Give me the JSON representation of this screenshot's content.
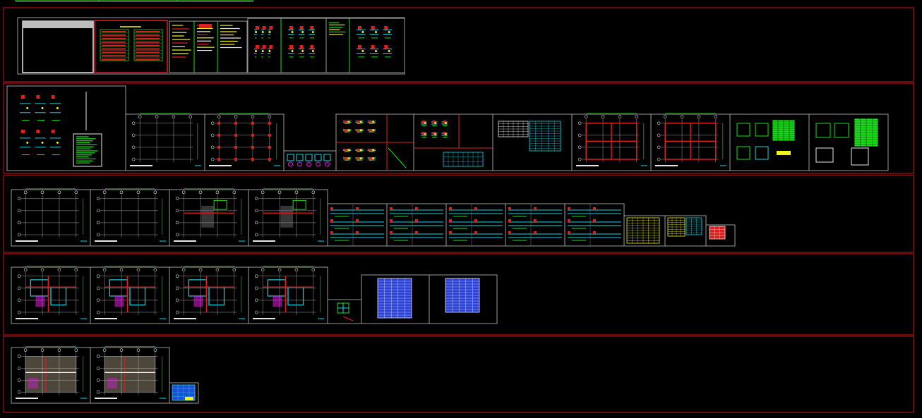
{
  "viewport": {
    "background": "#000000",
    "band_color": "#d01515",
    "sheet_border_color": "#9a9a9a",
    "palette": {
      "green": "#19e019",
      "yellow": "#f2f21a",
      "red": "#e01e1e",
      "cyan": "#19d6e6",
      "magenta": "#e619e6",
      "white": "#e8e8e8",
      "gray": "#808080",
      "blue": "#2a3fd6"
    }
  },
  "bands": [
    {
      "name": "band-1"
    },
    {
      "name": "band-2"
    },
    {
      "name": "band-3"
    },
    {
      "name": "band-4"
    },
    {
      "name": "band-5"
    }
  ]
}
